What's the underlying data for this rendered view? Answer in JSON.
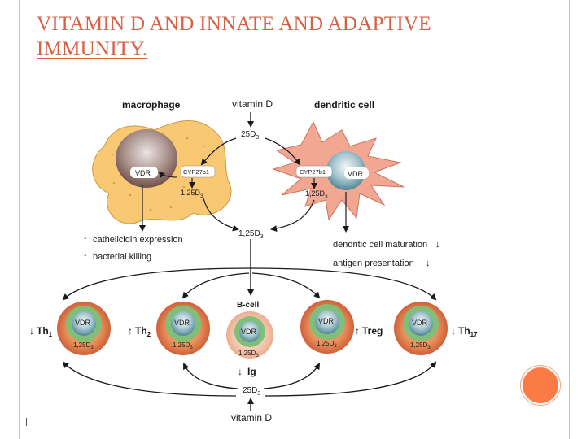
{
  "title": "VITAMIN D AND INNATE AND ADAPTIVE IMMUNITY.",
  "colors": {
    "accent": "#d36247",
    "frame": "#f2b8a6",
    "orange_dot": "#fb7a45",
    "macrophage": "#f8c873",
    "dendritic": "#f2a792",
    "tcell_outer": "#d9683f",
    "tcell_ring": "#7fbf7a",
    "vdr_nucleus": "#6b9bb0"
  },
  "diagram": {
    "macrophage_label": "macrophage",
    "vitamin_d_top": "vitamin D",
    "dendritic_label": "dendritic cell",
    "d25_top": "25D",
    "d25_top_sub": "3",
    "vdr": "VDR",
    "cyp": "CYP27b1",
    "d125_left": "1,25D",
    "d125_left_sub": "3",
    "d125_right": "1,25D",
    "d125_right_sub": "3",
    "d125_center": "1,25D",
    "d125_center_sub": "3",
    "cathelicidin": "cathelicidin expression",
    "bacterial": "bacterial killing",
    "dc_maturation": "dendritic cell maturation",
    "antigen": "antigen presentation",
    "bcell": "B-cell",
    "th1": "Th",
    "th1_sub": "1",
    "th2": "Th",
    "th2_sub": "2",
    "treg": "Treg",
    "th17": "Th",
    "th17_sub": "17",
    "cell_d125": "1,25D",
    "cell_d125_sub": "3",
    "ig": "Ig",
    "d25_bottom": "25D",
    "d25_bottom_sub": "3",
    "vitamin_d_bottom": "vitamin D"
  }
}
